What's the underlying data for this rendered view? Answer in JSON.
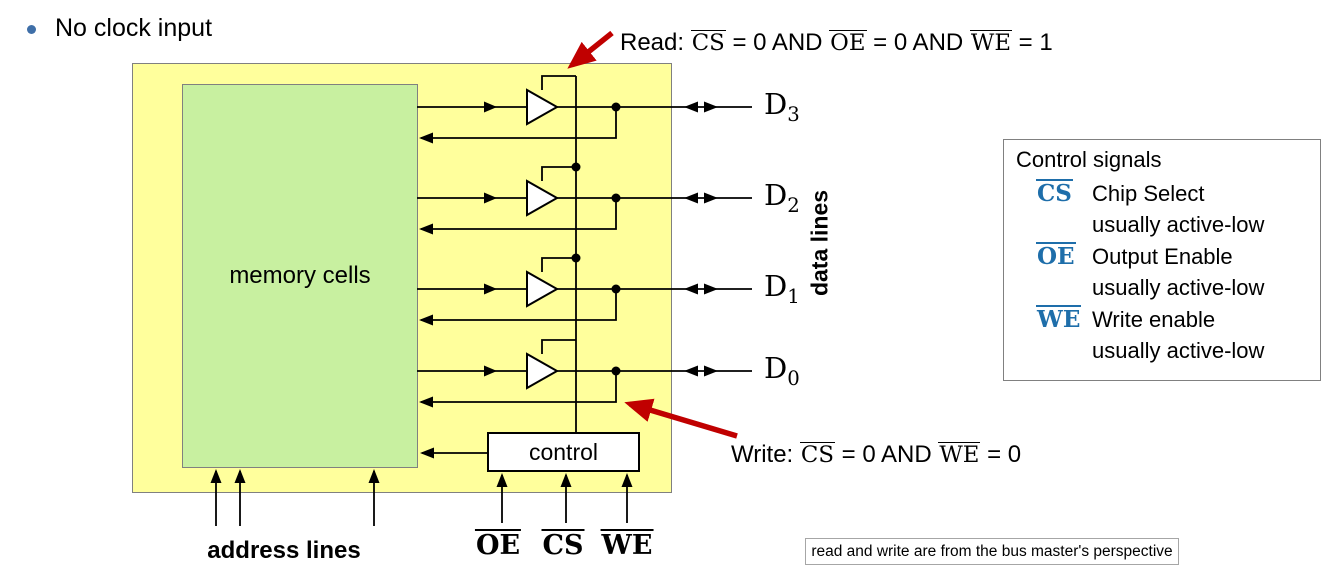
{
  "colors": {
    "yellow": "#FFFF9C",
    "green": "#C8F0A0",
    "red": "#C00000",
    "blue": "#1E6EAA",
    "bullet": "#3F6FA8",
    "border-gray": "#808080"
  },
  "bullet": {
    "text": "No clock input"
  },
  "diagram": {
    "memory_label": "memory cells",
    "control_label": "control",
    "address_label": "address lines",
    "data_axis_label": "data lines",
    "data_lines": [
      {
        "base": "D",
        "sub": "3"
      },
      {
        "base": "D",
        "sub": "2"
      },
      {
        "base": "D",
        "sub": "1"
      },
      {
        "base": "D",
        "sub": "0"
      }
    ],
    "control_inputs": [
      {
        "label": "OE"
      },
      {
        "label": "CS"
      },
      {
        "label": "WE"
      }
    ],
    "read_condition": "Read: [CS] = 0 AND [OE] = 0 AND [WE] = 1",
    "write_condition": "Write: [CS] = 0 AND [WE] = 0"
  },
  "legend": {
    "title": "Control signals",
    "items": [
      {
        "term": "CS",
        "name": "Chip Select",
        "note": "usually active-low"
      },
      {
        "term": "OE",
        "name": "Output Enable",
        "note": "usually active-low"
      },
      {
        "term": "WE",
        "name": "Write enable",
        "note": "usually active-low"
      }
    ]
  },
  "footnote": "read and write are from the bus master's perspective"
}
